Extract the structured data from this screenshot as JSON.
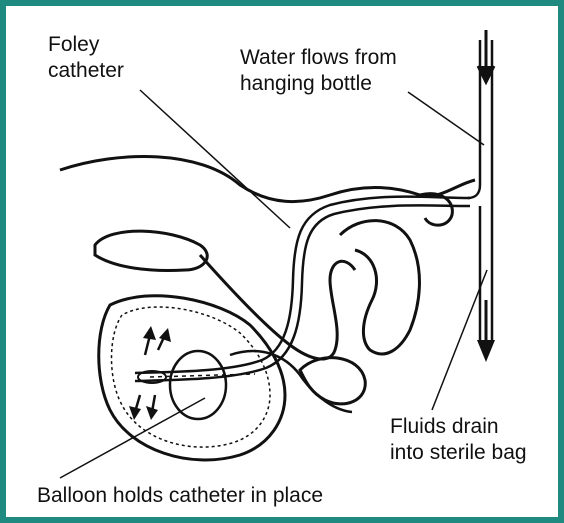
{
  "diagram": {
    "labels": {
      "foley_catheter": [
        "Foley",
        "catheter"
      ],
      "water_flow": [
        "Water flows from",
        "hanging bottle"
      ],
      "fluids_drain": [
        "Fluids drain",
        "into sterile bag"
      ],
      "balloon": "Balloon holds catheter in place"
    },
    "colors": {
      "frame_border": "#1f8a80",
      "line": "#111111",
      "background": "#ffffff"
    }
  }
}
